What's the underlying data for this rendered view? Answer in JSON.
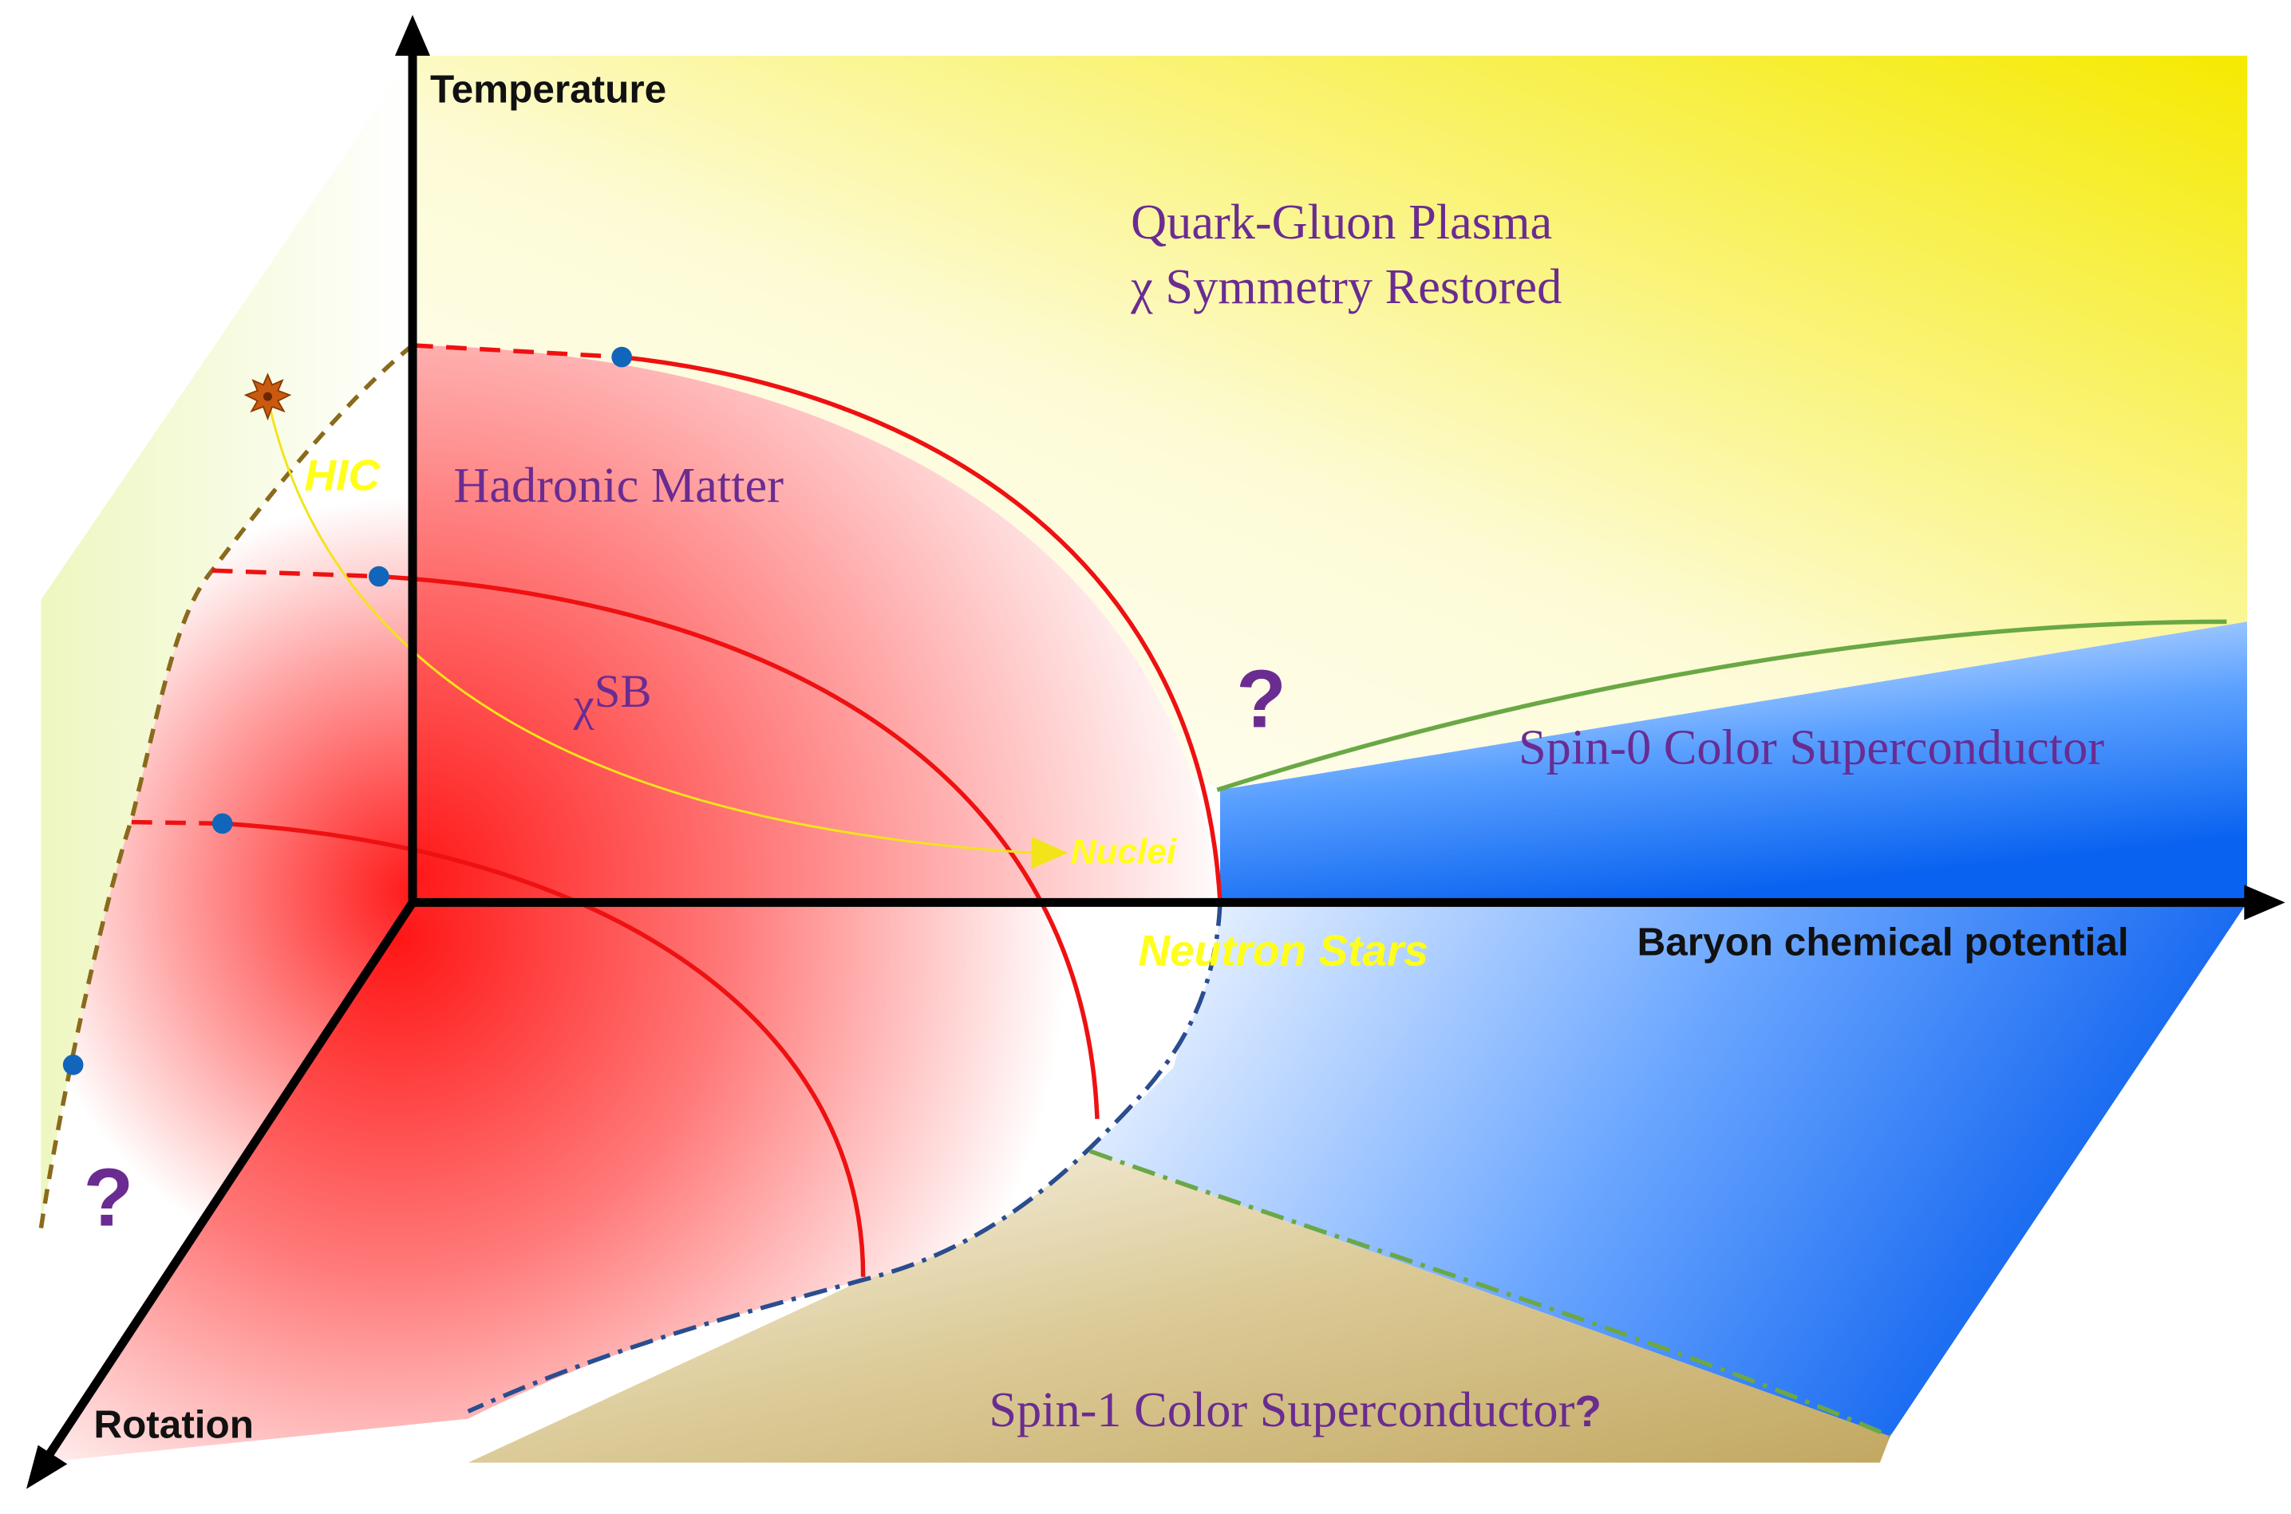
{
  "axes": {
    "temperature": "Temperature",
    "baryon": "Baryon chemical potential",
    "rotation": "Rotation"
  },
  "regions": {
    "qgp_line1": "Quark-Gluon Plasma",
    "qgp_line2": "χ Symmetry Restored",
    "hadronic": "Hadronic Matter",
    "chisb_chi": "χ",
    "chisb_sb": "SB",
    "spin0": "Spin-0 Color Superconductor",
    "spin1": "Spin-1 Color Superconductor",
    "spin1_q": "?"
  },
  "markers": {
    "hic": "HIC",
    "nuclei": "Nuclei",
    "neutron_stars": "Neutron Stars",
    "question_mid": "?",
    "question_left": "?"
  },
  "colors": {
    "qgp": "#f6ee14",
    "hadronic": "#ff1a1a",
    "spin0": "#0a63f0",
    "spin1": "#c7b070",
    "phase_line": "#ee1111",
    "critical_point": "#1166bb",
    "label": "#6a2c91"
  }
}
